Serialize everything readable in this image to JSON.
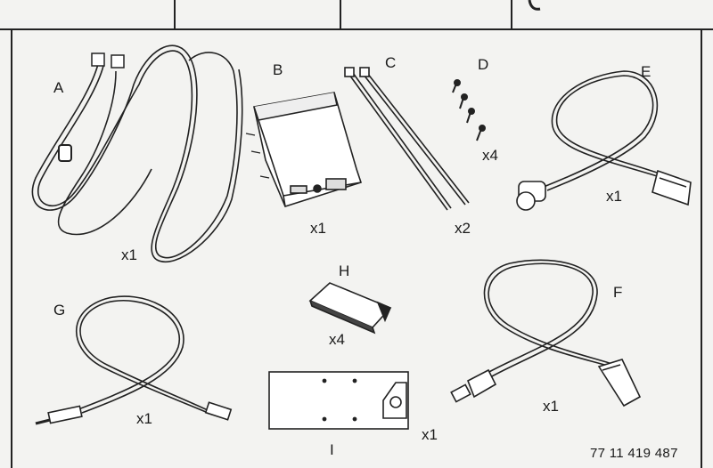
{
  "parts": [
    {
      "letter": "A",
      "qty": "x1"
    },
    {
      "letter": "B",
      "qty": "x1"
    },
    {
      "letter": "C",
      "qty": "x2"
    },
    {
      "letter": "D",
      "qty": "x4"
    },
    {
      "letter": "E",
      "qty": "x1"
    },
    {
      "letter": "F",
      "qty": "x1"
    },
    {
      "letter": "G",
      "qty": "x1"
    },
    {
      "letter": "H",
      "qty": "x4"
    },
    {
      "letter": "I",
      "qty": "x1"
    }
  ],
  "reference_number": "77 11 419 487"
}
